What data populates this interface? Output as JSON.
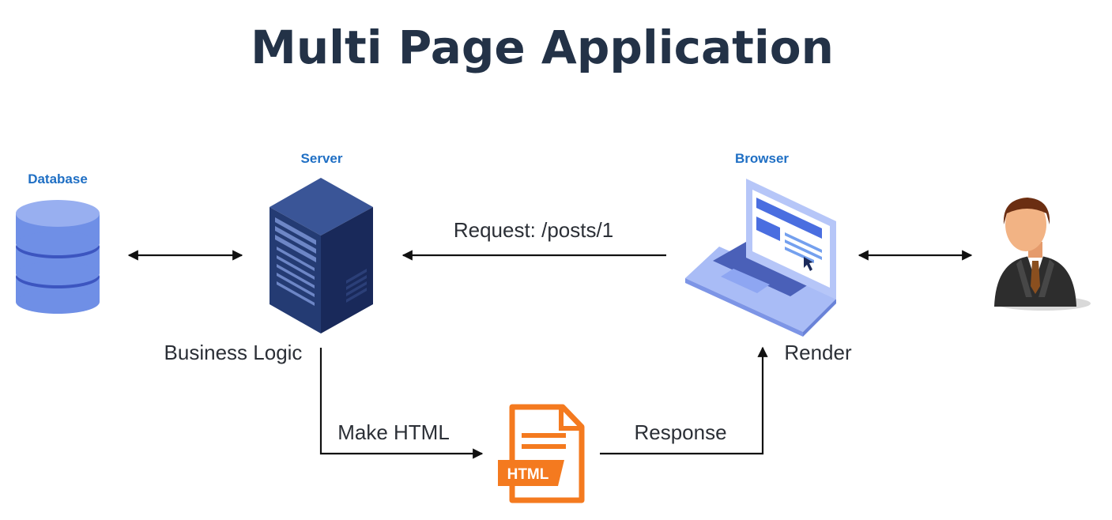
{
  "title": "Multi Page Application",
  "nodes": {
    "database": {
      "label": "Database"
    },
    "server": {
      "label": "Server",
      "caption": "Business Logic"
    },
    "browser": {
      "label": "Browser",
      "caption": "Render"
    },
    "html_file": {
      "badge": "HTML"
    }
  },
  "flows": {
    "request": "Request: /posts/1",
    "make_html": "Make HTML",
    "response": "Response"
  },
  "colors": {
    "title": "#233247",
    "node_label": "#1f6fc4",
    "database": "#6f8fe6",
    "server": "#243b73",
    "laptop": "#8ea6f2",
    "html_file": "#f47a1f"
  }
}
